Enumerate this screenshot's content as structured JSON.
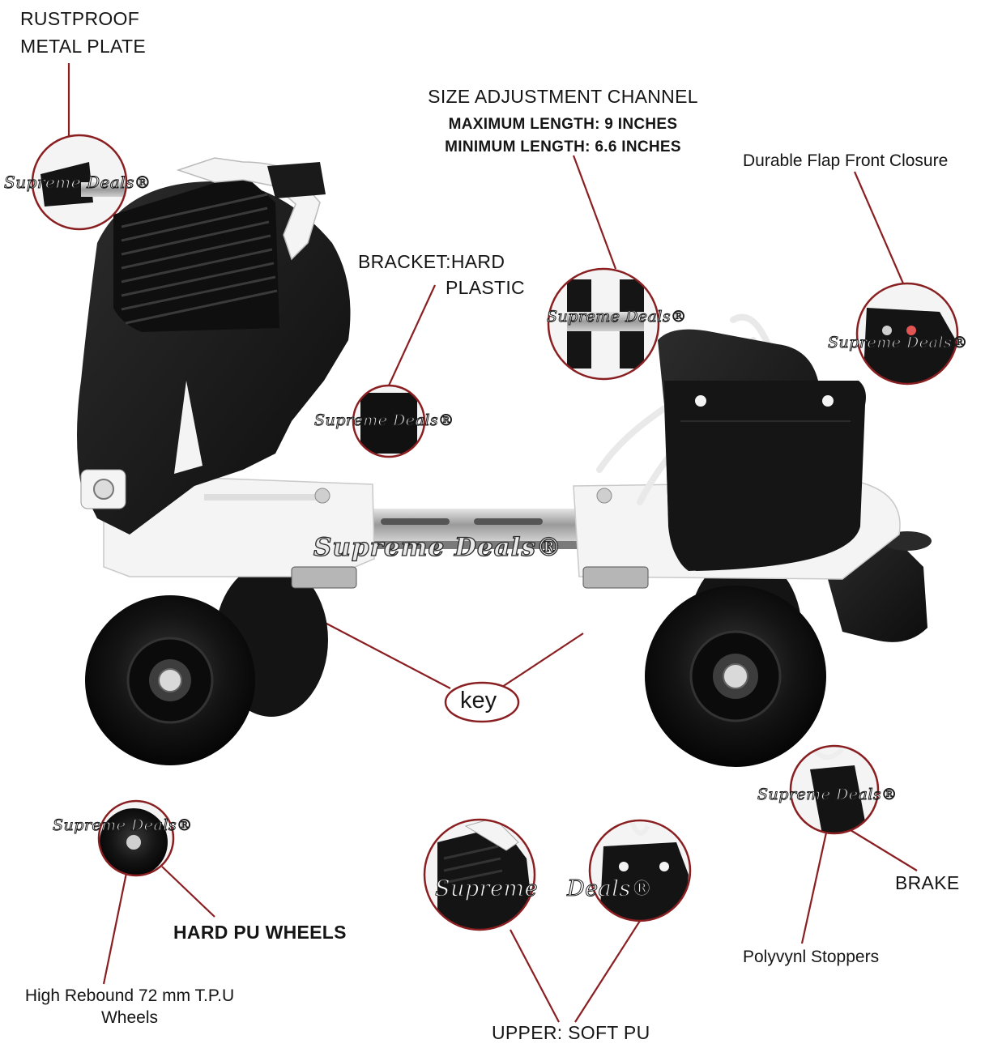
{
  "labels": {
    "rustproof_line1": "RUSTPROOF",
    "rustproof_line2": "METAL PLATE",
    "size_title": "SIZE ADJUSTMENT CHANNEL",
    "size_max": "MAXIMUM LENGTH: 9 INCHES",
    "size_min": "MINIMUM LENGTH: 6.6 INCHES",
    "flap_closure": "Durable Flap Front Closure",
    "bracket_line1": "BRACKET:HARD",
    "bracket_line2": "PLASTIC",
    "key": "key",
    "hard_pu_wheels": "HARD PU WHEELS",
    "rebound_line1": "High Rebound 72 mm T.P.U",
    "rebound_line2": "Wheels",
    "upper": "UPPER: SOFT PU",
    "brake": "BRAKE",
    "stoppers": "Polyvynl Stoppers"
  },
  "watermarks": {
    "small": "Supreme Deals®",
    "split_a": "Supreme",
    "split_b": "Deals®",
    "main": "Supreme Deals®"
  },
  "colors": {
    "callout_red": "#8a1f22",
    "skate_black": "#1a1a1a",
    "plastic_white": "#f4f4f4",
    "metal_gray": "#a9a9a9"
  }
}
